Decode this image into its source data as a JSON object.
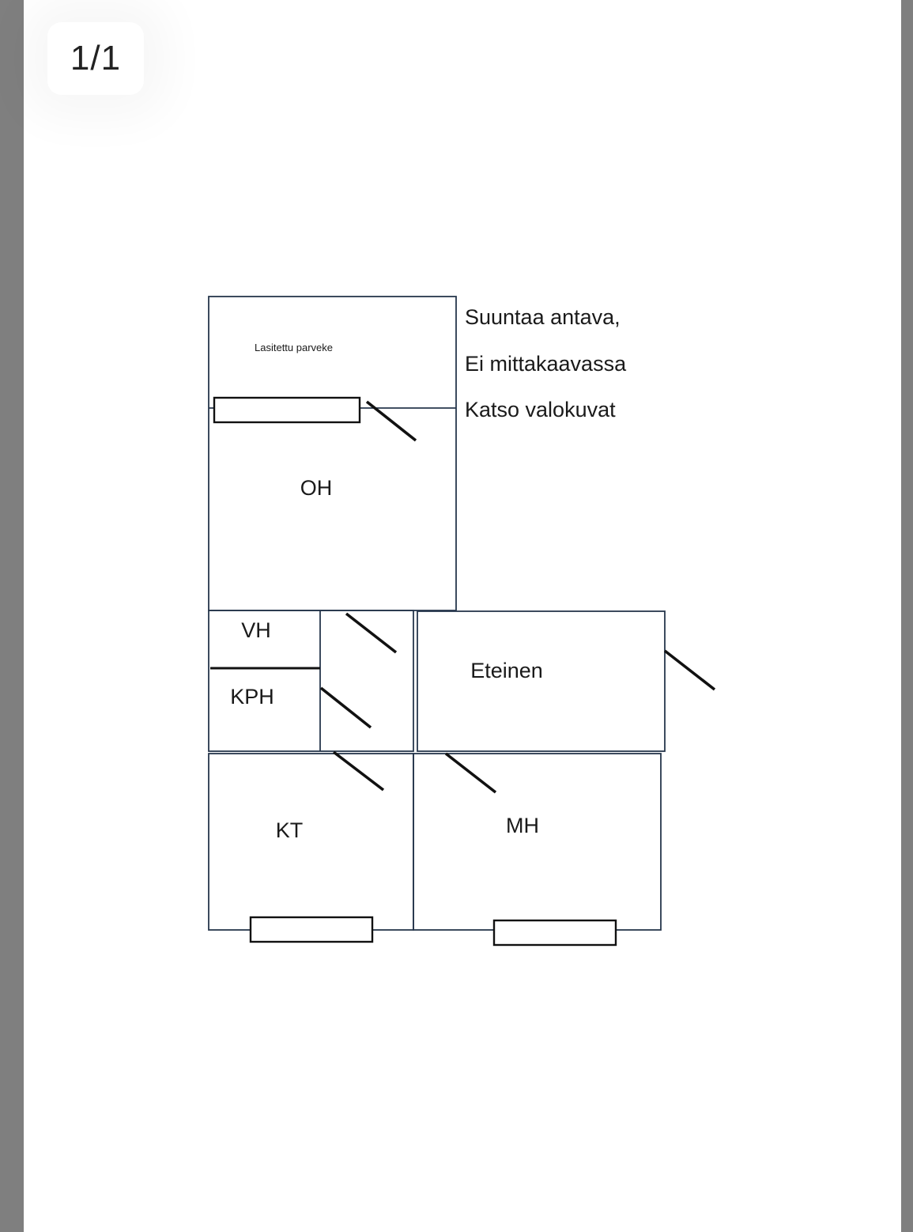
{
  "viewer": {
    "page_indicator": "1/1"
  },
  "notes": {
    "line1": "Suuntaa antava,",
    "line2": "Ei mittakaavassa",
    "line3": "Katso valokuvat"
  },
  "rooms": {
    "balcony": "Lasitettu parveke",
    "living_room": "OH",
    "wc": "VH",
    "bathroom": "KPH",
    "hallway": "Eteinen",
    "kitchen": "KT",
    "bedroom": "MH"
  },
  "colors": {
    "sidebar_gray": "#7f7f7f",
    "wall_line": "#27374d",
    "ink": "#111111"
  }
}
